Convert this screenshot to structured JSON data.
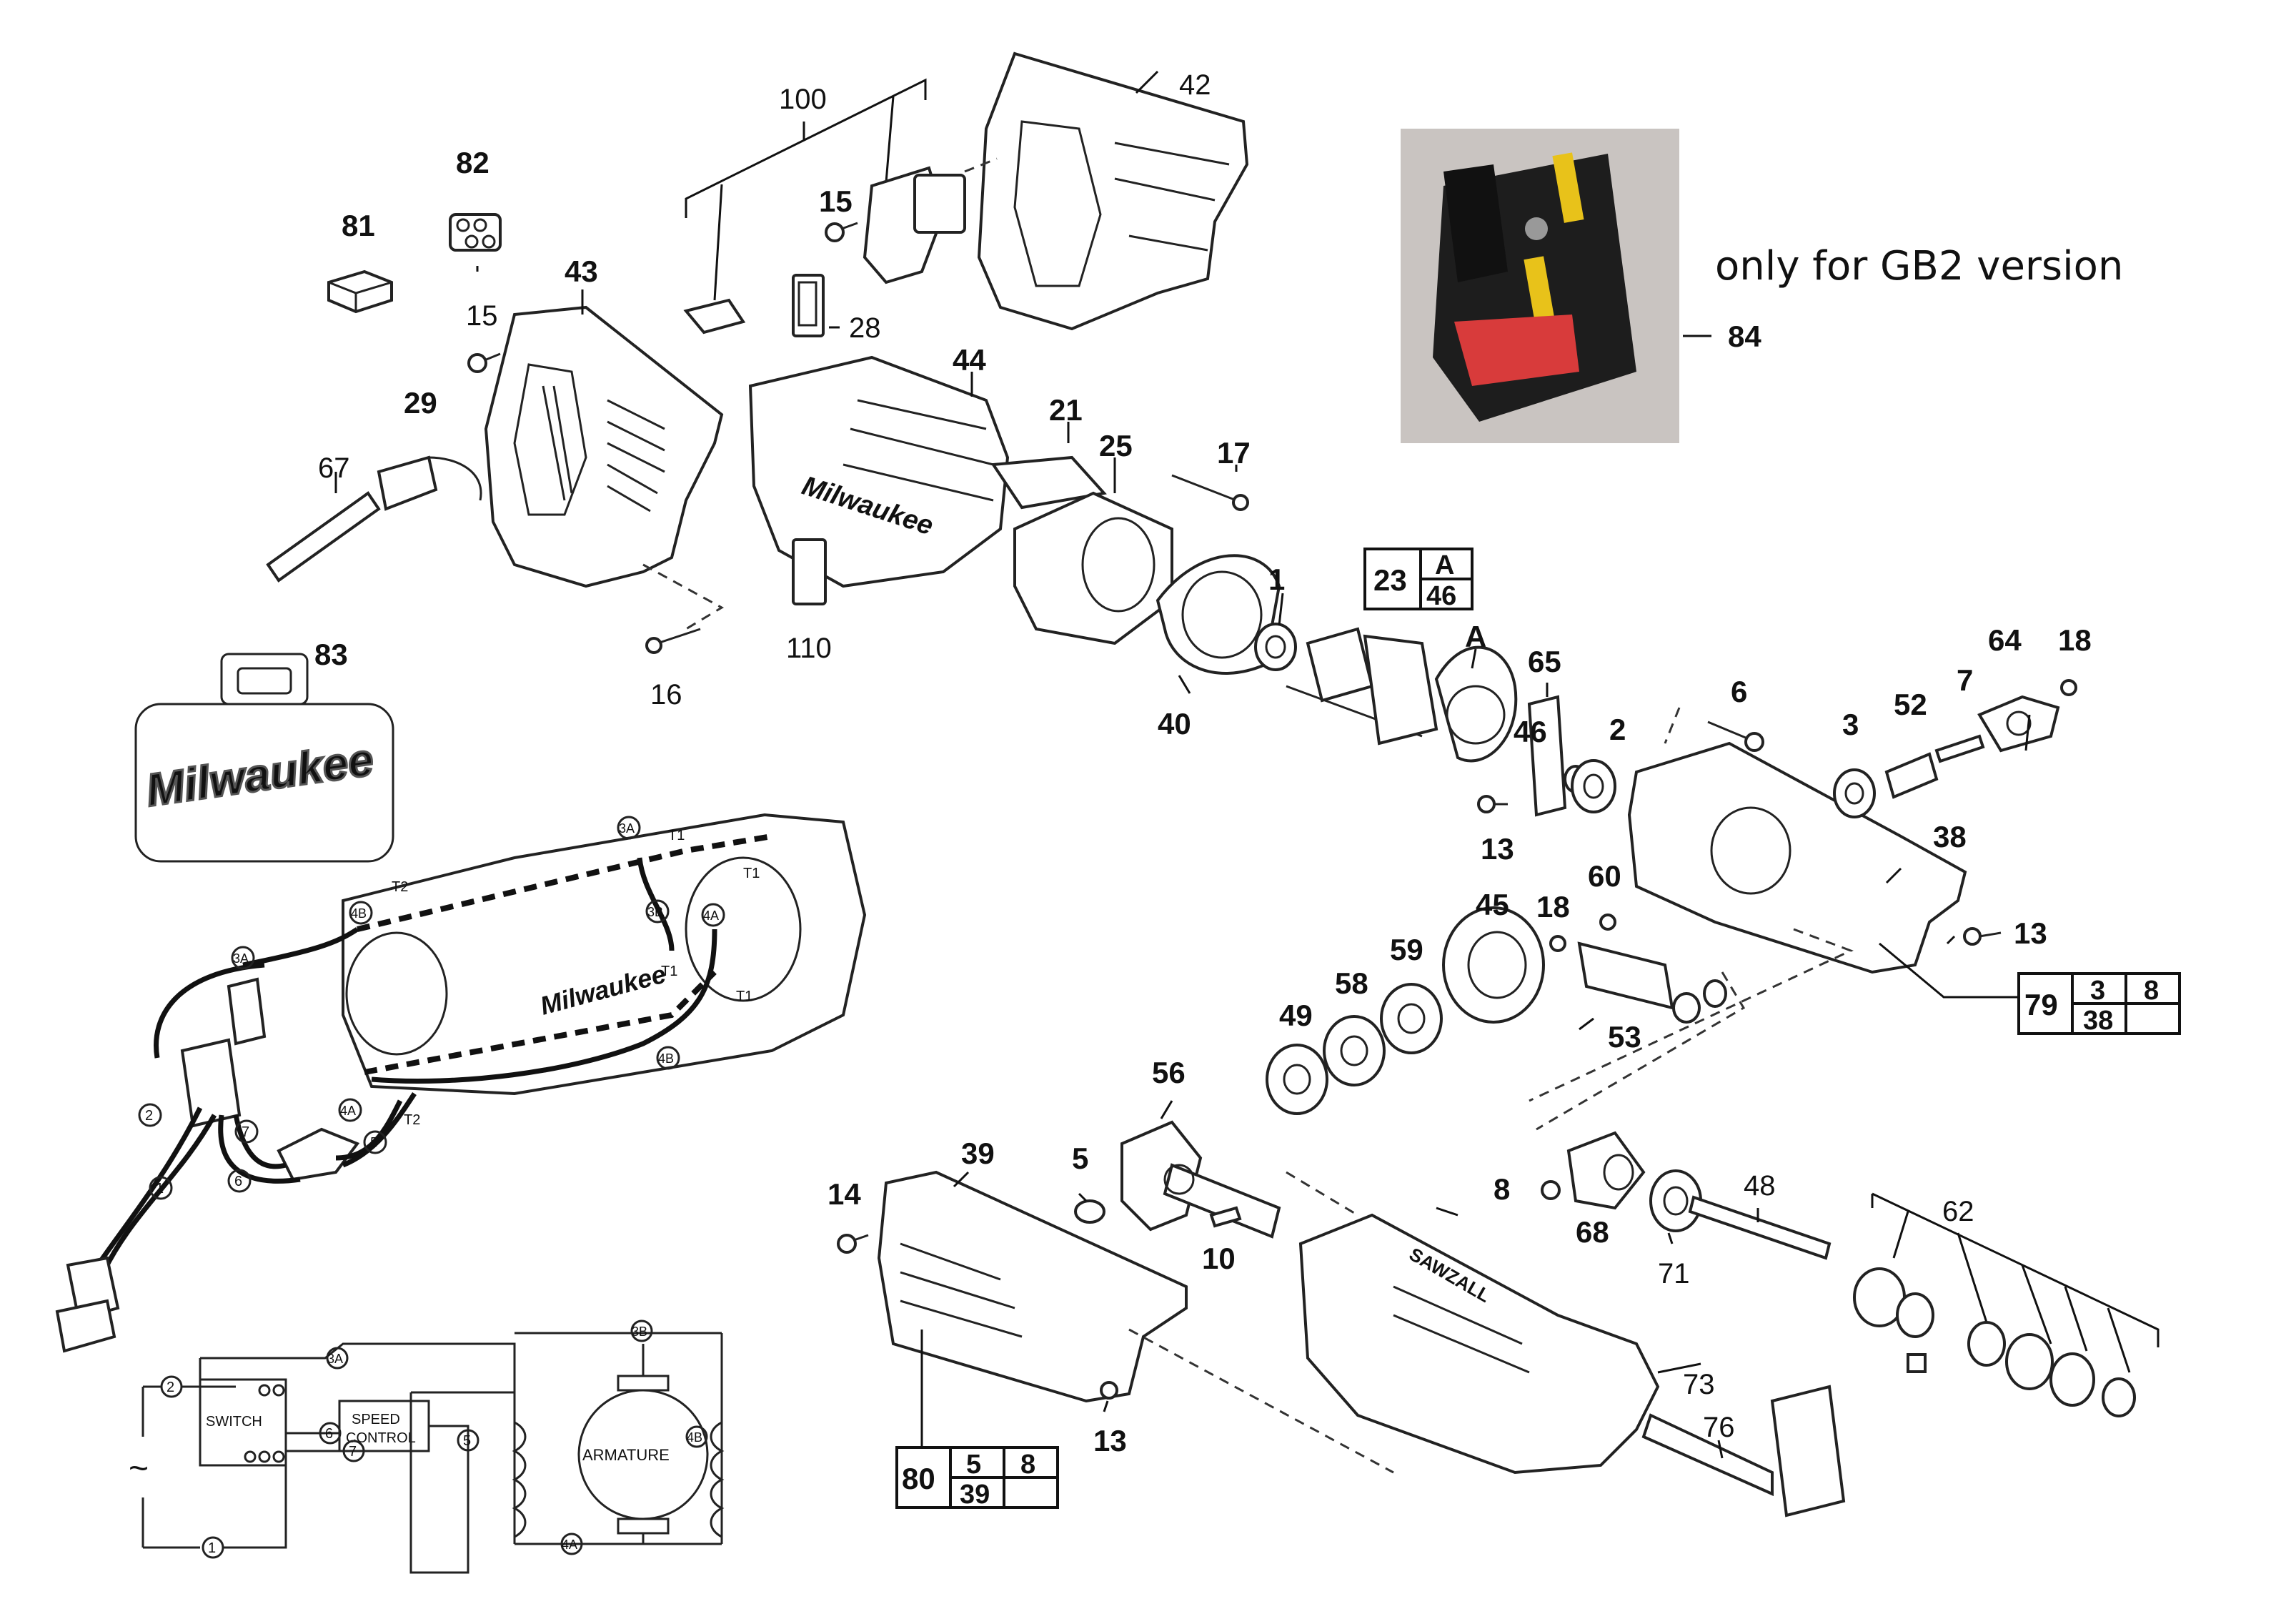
{
  "note": "only for GB2 version",
  "labels": {
    "p100": "100",
    "p42": "42",
    "p82": "82",
    "p15a": "15",
    "p81": "81",
    "p43": "43",
    "p15b": "15",
    "p28": "28",
    "p44": "44",
    "p21": "21",
    "p25": "25",
    "p17": "17",
    "p29": "29",
    "p67": "67",
    "p110": "110",
    "p16": "16",
    "p1": "1",
    "p23": "23",
    "pA": "A",
    "p46a": "46",
    "pA2": "A",
    "p65": "65",
    "p40": "40",
    "p83": "83",
    "p84": "84",
    "p6": "6",
    "p64": "64",
    "p18a": "18",
    "p7": "7",
    "p52": "52",
    "p3": "3",
    "p46b": "46",
    "p2": "2",
    "p13a": "13",
    "p38": "38",
    "p13b": "13",
    "p45": "45",
    "p18b": "18",
    "p60": "60",
    "p59": "59",
    "p58": "58",
    "p49": "49",
    "p53": "53",
    "p79": "79",
    "p79_3": "3",
    "p79_8": "8",
    "p79_38": "38",
    "p56": "56",
    "p39": "39",
    "p5": "5",
    "p14": "14",
    "p10": "10",
    "p8": "8",
    "p68": "68",
    "p48": "48",
    "p71": "71",
    "p62": "62",
    "p73": "73",
    "p76": "76",
    "p13c": "13",
    "p80": "80",
    "p80_5": "5",
    "p80_8": "8",
    "p80_39": "39"
  },
  "brand": {
    "logo_text": "Milwaukee",
    "shoe_text": "SAWZALL"
  },
  "wiring": {
    "c3A": "3A",
    "c3B": "3B",
    "c4A": "4A",
    "c4B": "4B",
    "c4Bb": "4B",
    "c3Ab": "3A",
    "c4Ab": "4A",
    "t1a": "T1",
    "t1b": "T1",
    "t1c": "T1",
    "t1d": "T1",
    "t2a": "T2",
    "t2b": "T2",
    "c2": "2",
    "c7": "7",
    "c6": "6",
    "c5": "5",
    "c1": "1"
  },
  "schematic": {
    "switch": "SWITCH",
    "speed_1": "SPEED",
    "speed_2": "CONTROL",
    "armature": "ARMATURE",
    "n2": "2",
    "n3A": "3A",
    "n3B": "3B",
    "n6": "6",
    "n7": "7",
    "n5": "5",
    "n4B": "4B",
    "n4A": "4A",
    "n1": "1",
    "ac": "~"
  },
  "colors": {
    "line": "#222222",
    "plug_body": "#1d1d1d",
    "plug_pin": "#e8c21a",
    "plug_red": "#d83b3b",
    "photo_bg": "#c9c4c1"
  }
}
